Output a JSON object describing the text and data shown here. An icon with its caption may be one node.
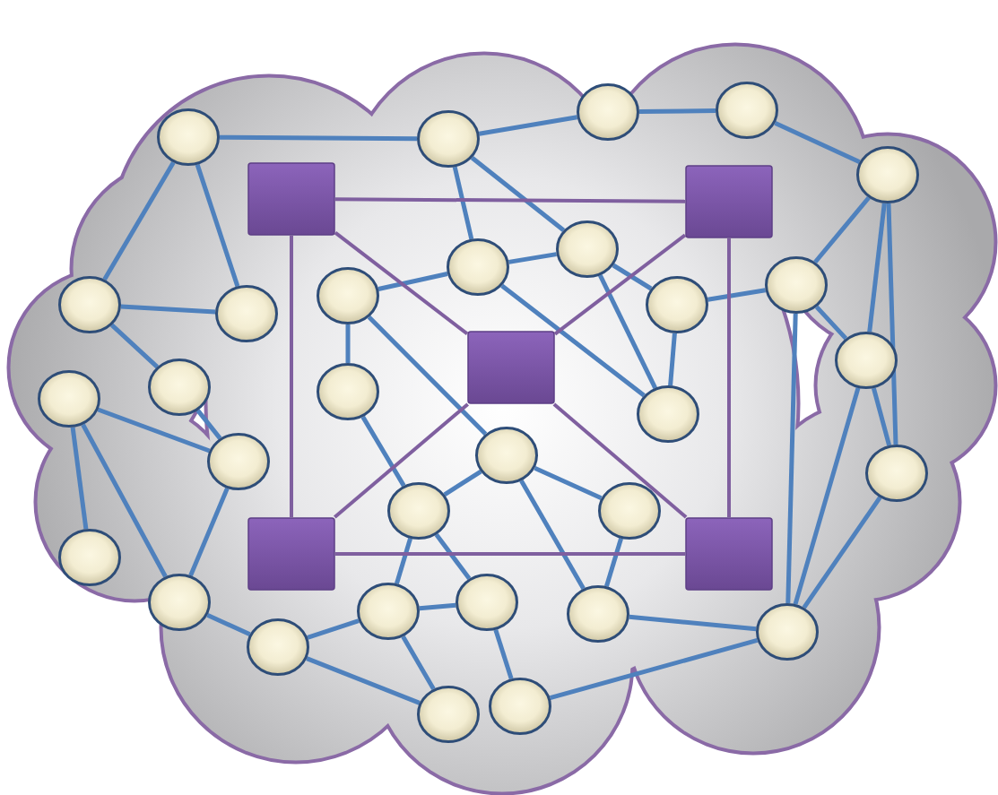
{
  "diagram": {
    "nodes": [
      {
        "text": [],
        "shape": "circle"
      },
      {
        "text": [],
        "shape": "circle"
      },
      {
        "text": [],
        "shape": "circle"
      },
      {
        "text": [],
        "shape": "circle"
      },
      {
        "text": [],
        "shape": "circle"
      },
      {
        "text": [],
        "shape": "box"
      },
      {
        "text": [],
        "shape": "box"
      },
      {
        "text": [],
        "shape": "circle"
      },
      {
        "text": [],
        "shape": "circle"
      },
      {
        "text": [],
        "shape": "circle"
      },
      {
        "text": [],
        "shape": "circle"
      },
      {
        "text": [],
        "shape": "circle"
      },
      {
        "text": [],
        "shape": "circle"
      },
      {
        "text": [],
        "shape": "circle"
      },
      {
        "text": [],
        "shape": "circle"
      },
      {
        "text": [],
        "shape": "box"
      },
      {
        "text": [],
        "shape": "circle"
      },
      {
        "text": [],
        "shape": "circle"
      },
      {
        "text": [],
        "shape": "circle"
      },
      {
        "text": [],
        "shape": "circle"
      },
      {
        "text": [],
        "shape": "circle"
      },
      {
        "text": [],
        "shape": "circle"
      },
      {
        "text": [],
        "shape": "circle"
      },
      {
        "text": [],
        "shape": "circle"
      },
      {
        "text": [],
        "shape": "circle"
      },
      {
        "text": [],
        "shape": "box"
      },
      {
        "text": [],
        "shape": "box"
      },
      {
        "text": [],
        "shape": "circle"
      },
      {
        "text": [],
        "shape": "circle"
      },
      {
        "text": [],
        "shape": "circle"
      },
      {
        "text": [],
        "shape": "circle"
      },
      {
        "text": [],
        "shape": "circle"
      },
      {
        "text": [],
        "shape": "circle"
      },
      {
        "text": [],
        "shape": "circle"
      },
      {
        "text": [],
        "shape": "circle"
      },
      {
        "text": [],
        "shape": "circle"
      }
    ],
    "edges": [
      {
        "from": 0,
        "to": 1,
        "arrow": "none"
      },
      {
        "from": 0,
        "to": 11,
        "arrow": "none"
      },
      {
        "from": 0,
        "to": 13,
        "arrow": "none"
      },
      {
        "from": 1,
        "to": 2,
        "arrow": "none"
      },
      {
        "from": 2,
        "to": 3,
        "arrow": "none"
      },
      {
        "from": 3,
        "to": 4,
        "arrow": "none"
      },
      {
        "from": 1,
        "to": 7,
        "arrow": "none"
      },
      {
        "from": 1,
        "to": 8,
        "arrow": "none"
      },
      {
        "from": 8,
        "to": 10,
        "arrow": "none"
      },
      {
        "from": 8,
        "to": 7,
        "arrow": "none"
      },
      {
        "from": 7,
        "to": 12,
        "arrow": "none"
      },
      {
        "from": 7,
        "to": 19,
        "arrow": "none"
      },
      {
        "from": 12,
        "to": 19,
        "arrow": "none"
      },
      {
        "from": 12,
        "to": 9,
        "arrow": "none"
      },
      {
        "from": 4,
        "to": 9,
        "arrow": "none"
      },
      {
        "from": 4,
        "to": 14,
        "arrow": "none"
      },
      {
        "from": 4,
        "to": 22,
        "arrow": "none"
      },
      {
        "from": 9,
        "to": 14,
        "arrow": "none"
      },
      {
        "from": 9,
        "to": 32,
        "arrow": "none"
      },
      {
        "from": 14,
        "to": 32,
        "arrow": "none"
      },
      {
        "from": 22,
        "to": 32,
        "arrow": "none"
      },
      {
        "from": 14,
        "to": 22,
        "arrow": "none"
      },
      {
        "from": 8,
        "to": 19,
        "arrow": "none"
      },
      {
        "from": 10,
        "to": 20,
        "arrow": "none"
      },
      {
        "from": 10,
        "to": 17,
        "arrow": "none"
      },
      {
        "from": 11,
        "to": 13,
        "arrow": "none"
      },
      {
        "from": 11,
        "to": 16,
        "arrow": "none"
      },
      {
        "from": 18,
        "to": 21,
        "arrow": "none"
      },
      {
        "from": 16,
        "to": 21,
        "arrow": "none"
      },
      {
        "from": 18,
        "to": 27,
        "arrow": "none"
      },
      {
        "from": 18,
        "to": 28,
        "arrow": "none"
      },
      {
        "from": 21,
        "to": 28,
        "arrow": "none"
      },
      {
        "from": 28,
        "to": 33,
        "arrow": "none"
      },
      {
        "from": 33,
        "to": 30,
        "arrow": "none"
      },
      {
        "from": 30,
        "to": 29,
        "arrow": "none"
      },
      {
        "from": 30,
        "to": 35,
        "arrow": "none"
      },
      {
        "from": 33,
        "to": 35,
        "arrow": "none"
      },
      {
        "from": 17,
        "to": 23,
        "arrow": "none"
      },
      {
        "from": 23,
        "to": 20,
        "arrow": "none"
      },
      {
        "from": 23,
        "to": 29,
        "arrow": "none"
      },
      {
        "from": 23,
        "to": 30,
        "arrow": "none"
      },
      {
        "from": 20,
        "to": 24,
        "arrow": "none"
      },
      {
        "from": 20,
        "to": 31,
        "arrow": "none"
      },
      {
        "from": 24,
        "to": 31,
        "arrow": "none"
      },
      {
        "from": 31,
        "to": 32,
        "arrow": "none"
      },
      {
        "from": 29,
        "to": 34,
        "arrow": "none"
      },
      {
        "from": 34,
        "to": 32,
        "arrow": "none"
      },
      {
        "from": 5,
        "to": 6,
        "arrow": "none",
        "color": "#7f5f9f"
      },
      {
        "from": 5,
        "to": 25,
        "arrow": "none",
        "color": "#7f5f9f"
      },
      {
        "from": 6,
        "to": 26,
        "arrow": "none",
        "color": "#7f5f9f"
      },
      {
        "from": 25,
        "to": 26,
        "arrow": "none",
        "color": "#7f5f9f"
      },
      {
        "from": 5,
        "to": 15,
        "arrow": "none",
        "color": "#7f5f9f"
      },
      {
        "from": 6,
        "to": 15,
        "arrow": "none",
        "color": "#7f5f9f"
      },
      {
        "from": 25,
        "to": 15,
        "arrow": "none",
        "color": "#7f5f9f"
      },
      {
        "from": 26,
        "to": 15,
        "arrow": "none",
        "color": "#7f5f9f"
      }
    ]
  }
}
